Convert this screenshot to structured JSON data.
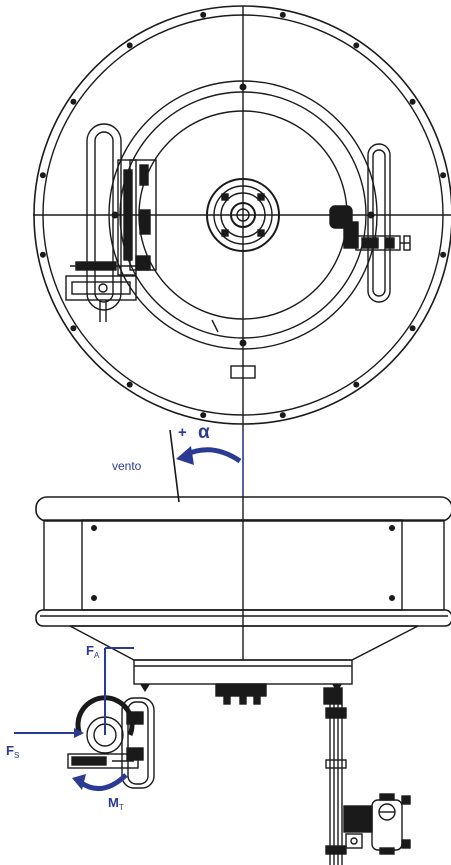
{
  "colors": {
    "line": "#1a1a1a",
    "accent": "#2b3a93",
    "background": "#ffffff"
  },
  "labels": {
    "plus": "+",
    "alpha": "α",
    "wind": "vento",
    "axial_force": "F",
    "axial_force_sub": "A",
    "side_force": "F",
    "side_force_sub": "S",
    "torque": "M",
    "torque_sub": "T"
  },
  "icons": {
    "rotation_arrow": "curved-arrow-icon",
    "torque_arrow": "curved-arrow-icon"
  }
}
